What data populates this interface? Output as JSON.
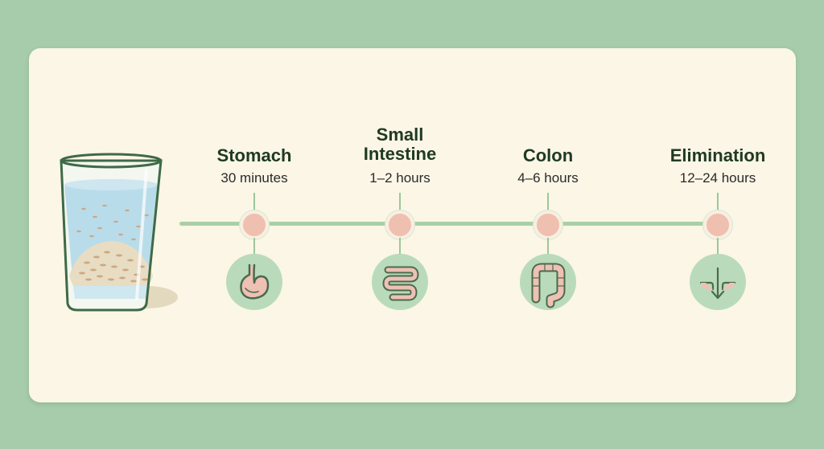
{
  "stages": [
    {
      "title": "Stomach",
      "time": "30 minutes",
      "icon": "stomach-icon"
    },
    {
      "title": "Small Intestine",
      "time": "1–2 hours",
      "icon": "small-intestine-icon"
    },
    {
      "title": "Colon",
      "time": "4–6 hours",
      "icon": "colon-icon"
    },
    {
      "title": "Elimination",
      "time": "12–24 hours",
      "icon": "elimination-arrow-icon"
    }
  ],
  "colors": {
    "background": "#a6ccab",
    "card": "#fbf6e6",
    "timeline": "#a9cfa5",
    "marker": "#efbfb0",
    "badge": "#b9dbbb",
    "organ": "#efc0b4",
    "outline": "#4a6b4c"
  }
}
